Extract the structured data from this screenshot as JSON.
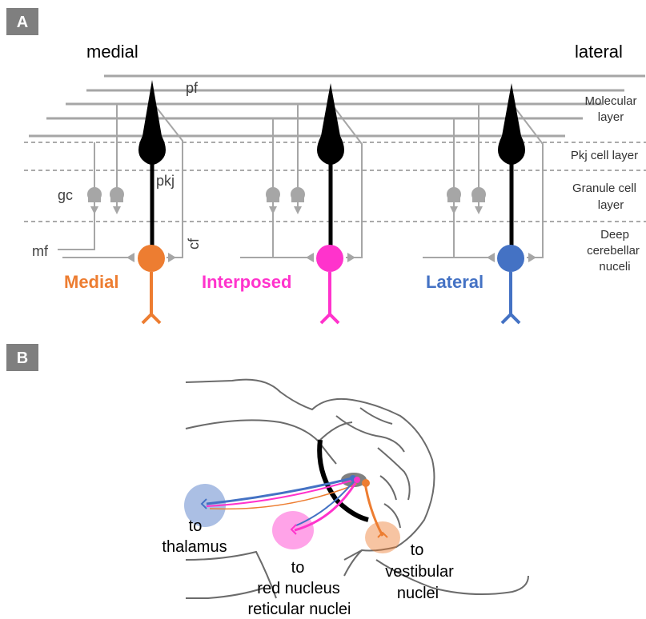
{
  "panels": {
    "a_label": "A",
    "b_label": "B"
  },
  "axis": {
    "medial": "medial",
    "lateral": "lateral"
  },
  "abbrev": {
    "pf": "pf",
    "pkj": "pkj",
    "gc": "gc",
    "mf": "mf",
    "cf": "cf"
  },
  "layers": {
    "molecular_1": "Molecular",
    "molecular_2": "layer",
    "pkj": "Pkj cell layer",
    "granule_1": "Granule cell",
    "granule_2": "layer",
    "deep_1": "Deep",
    "deep_2": "cerebellar",
    "deep_3": "nuceli"
  },
  "nuclei": [
    {
      "name": "Medial",
      "color": "#ED7D31"
    },
    {
      "name": "Interposed",
      "color": "#FF33CC"
    },
    {
      "name": "Lateral",
      "color": "#4472C4"
    }
  ],
  "targets": {
    "thalamus_1": "to",
    "thalamus_2": "thalamus",
    "red_1": "to",
    "red_2": "red nucleus",
    "red_3": "reticular nuclei",
    "vest_1": "to",
    "vest_2": "vestibular",
    "vest_3": "nuclei"
  },
  "colors": {
    "badge": "#7F7F7F",
    "grey": "#A6A6A6",
    "soma": "#000000"
  }
}
